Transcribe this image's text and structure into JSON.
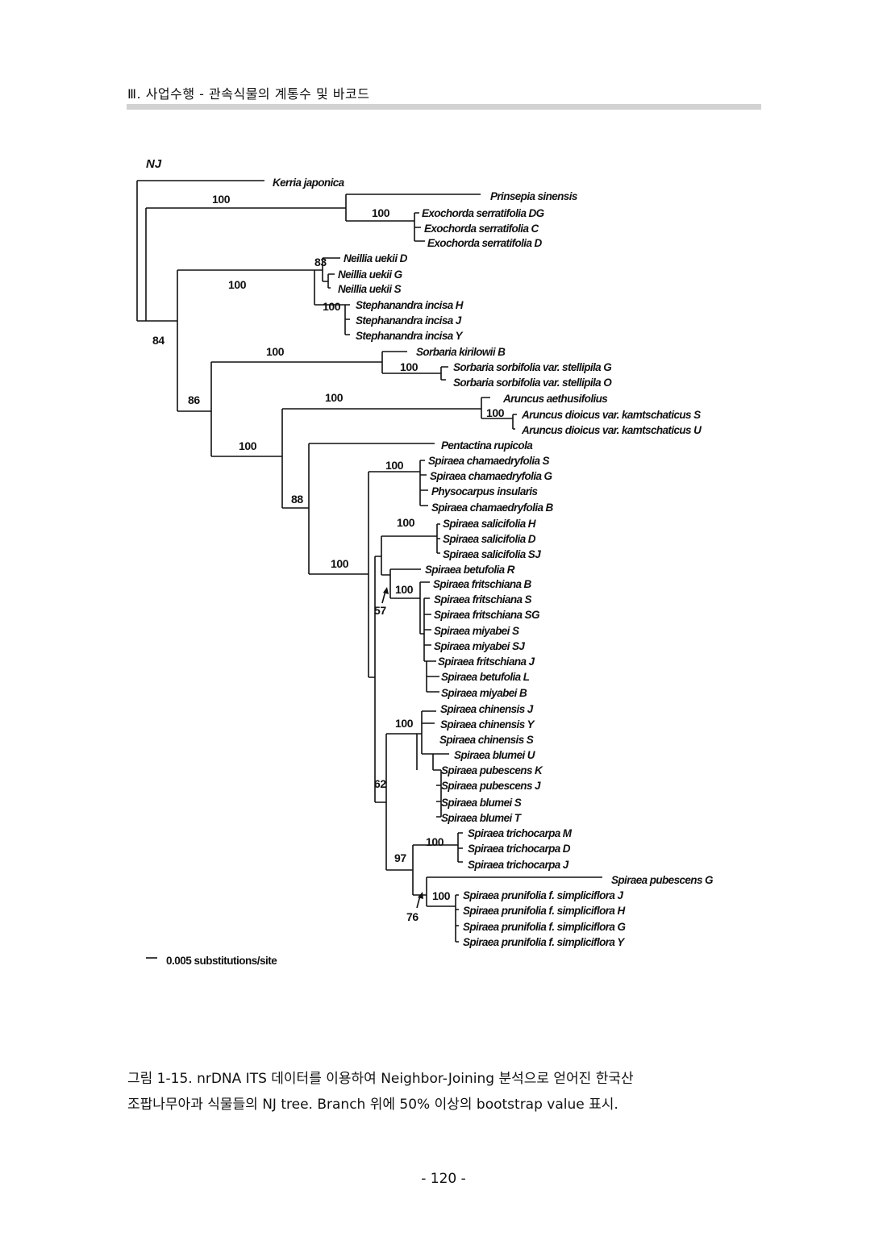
{
  "header": {
    "running_title": "Ⅲ. 사업수행 - 관속식물의 계통수 및 바코드"
  },
  "figure": {
    "method_label": "NJ",
    "scale_label": "0.005 substitutions/site",
    "tips": {
      "kerria": "Kerria japonica",
      "prinsepia": "Prinsepia sinensis",
      "exo_dg": "Exochorda serratifolia DG",
      "exo_c": "Exochorda serratifolia C",
      "exo_d": "Exochorda serratifolia D",
      "neil_d": "Neillia uekii D",
      "neil_g": "Neillia uekii G",
      "neil_s": "Neillia uekii S",
      "steph_h": "Stephanandra incisa H",
      "steph_j": "Stephanandra incisa J",
      "steph_y": "Stephanandra incisa Y",
      "sorb_kir": "Sorbaria kirilowii B",
      "sorb_g": "Sorbaria sorbifolia var. stellipila G",
      "sorb_o": "Sorbaria sorbifolia var. stellipila O",
      "arun_aeth": "Aruncus aethusifolius",
      "arun_s": "Aruncus dioicus var. kamtschaticus S",
      "arun_u": "Aruncus dioicus var. kamtschaticus U",
      "pent": "Pentactina rupicola",
      "cham_s": "Spiraea chamaedryfolia S",
      "cham_g": "Spiraea chamaedryfolia G",
      "phys": "Physocarpus insularis",
      "cham_b": "Spiraea chamaedryfolia B",
      "sali_h": "Spiraea salicifolia H",
      "sali_d": "Spiraea salicifolia D",
      "sali_sj": "Spiraea salicifolia SJ",
      "betu_r": "Spiraea betufolia R",
      "frit_b": "Spiraea fritschiana B",
      "frit_s": "Spiraea fritschiana S",
      "frit_sg": "Spiraea fritschiana SG",
      "miya_s": "Spiraea miyabei S",
      "miya_sj": "Spiraea miyabei SJ",
      "frit_j": "Spiraea fritschiana J",
      "betu_l": "Spiraea betufolia L",
      "miya_b": "Spiraea miyabei B",
      "chin_j": "Spiraea chinensis J",
      "chin_y": "Spiraea chinensis Y",
      "chin_s": "Spiraea chinensis S",
      "blum_u": "Spiraea blumei U",
      "pube_k": "Spiraea pubescens K",
      "pube_j": "Spiraea pubescens J",
      "blum_s": "Spiraea blumei S",
      "blum_t": "Spiraea blumei T",
      "tric_m": "Spiraea trichocarpa M",
      "tric_d": "Spiraea trichocarpa D",
      "tric_j": "Spiraea trichocarpa J",
      "pube_g": "Spiraea pubescens G",
      "prun_j": "Spiraea prunifolia f. simpliciflora J",
      "prun_h": "Spiraea prunifolia f. simpliciflora H",
      "prun_g": "Spiraea prunifolia f. simpliciflora G",
      "prun_y": "Spiraea prunifolia f. simpliciflora Y"
    },
    "support": {
      "s_root_kp": "100",
      "s_exo_pr": "100",
      "s_neil": "83",
      "s_ns": "100",
      "s_steph": "100",
      "s_root2": "84",
      "s_sorb_all": "100",
      "s_sorb_ss": "100",
      "s_n86": "86",
      "s_arun": "100",
      "s_arun_d": "100",
      "s_n100b": "100",
      "s_n88": "88",
      "s_cham": "100",
      "s_spir": "100",
      "s_sali": "100",
      "s_frit": "100",
      "s_57": "57",
      "s_62": "62",
      "s_chin": "100",
      "s_97": "97",
      "s_tric": "100",
      "s_prun": "100",
      "s_76": "76"
    }
  },
  "caption": {
    "line1": "그림 1-15.  nrDNA ITS 데이터를 이용하여 Neighbor-Joining 분석으로 얻어진 한국산",
    "line2": "조팝나무아과 식물들의 NJ tree. Branch 위에 50% 이상의 bootstrap value 표시."
  },
  "page_number": "- 120 -"
}
